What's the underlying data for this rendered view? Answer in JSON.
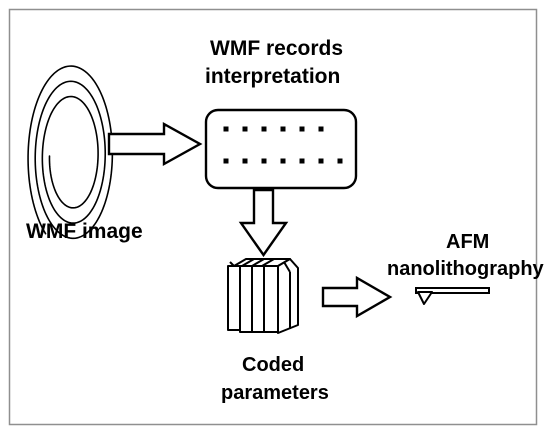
{
  "labels": {
    "wmf_records_1": "WMF records",
    "wmf_records_2": "interpretation",
    "wmf_image": "WMF image",
    "afm_1": "AFM",
    "afm_2": "nanolithography",
    "coded_1": "Coded",
    "coded_2": "parameters"
  },
  "colors": {
    "stroke": "#000000",
    "frame": "#9a9a9a",
    "background": "#ffffff"
  },
  "icons": [
    "spiral-icon",
    "records-panel-icon",
    "parameters-box-icon",
    "afm-cantilever-icon",
    "arrow-right-icon",
    "arrow-down-icon"
  ]
}
